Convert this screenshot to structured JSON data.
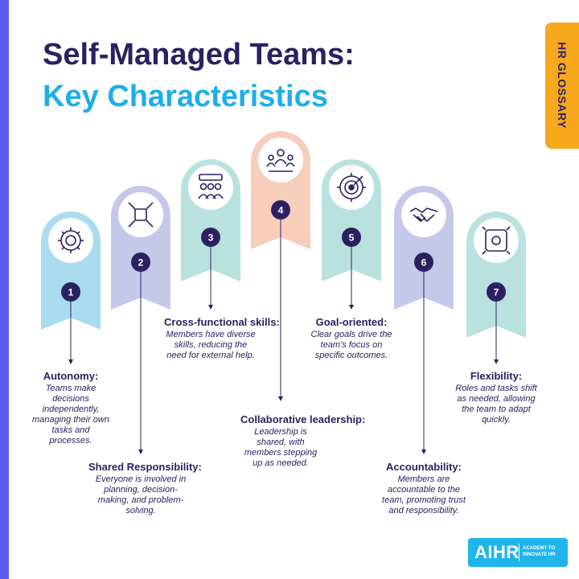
{
  "title": {
    "line1": "Self-Managed Teams:",
    "line2": "Key Characteristics"
  },
  "tag": "HR GLOSSARY",
  "items": [
    {
      "number": "1",
      "icon": "gear-brain-icon",
      "heading": "Autonomy:",
      "description": "Teams make decisions independently, managing their own tasks and processes.",
      "color": "#aadcf0"
    },
    {
      "number": "2",
      "icon": "puzzle-hands-icon",
      "heading": "Shared Responsibility:",
      "description": "Everyone is involved in planning, decision-making, and problem-solving.",
      "color": "#c6c8ea"
    },
    {
      "number": "3",
      "icon": "group-skills-icon",
      "heading": "Cross-functional skills:",
      "description": "Members have diverse skills, reducing the need for external help.",
      "color": "#b9e2df"
    },
    {
      "number": "4",
      "icon": "team-leader-icon",
      "heading": "Collaborative leadership:",
      "description": "Leadership is shared, with members stepping up as needed.",
      "color": "#f7cdbc"
    },
    {
      "number": "5",
      "icon": "target-gear-icon",
      "heading": "Goal-oriented:",
      "description": "Clear goals drive the team's focus on specific outcomes.",
      "color": "#b9e2df"
    },
    {
      "number": "6",
      "icon": "handshake-icon",
      "heading": "Accountability:",
      "description": "Members are accountable to the team, promoting trust and responsibility.",
      "color": "#c6c8ea"
    },
    {
      "number": "7",
      "icon": "flexible-arrows-icon",
      "heading": "Flexibility:",
      "description": "Roles and tasks shift as needed, allowing the team to adapt quickly.",
      "color": "#b9e2df"
    }
  ],
  "logo": {
    "text": "AIHR",
    "subtext": "ACADEMY TO INNOVATE HR"
  }
}
